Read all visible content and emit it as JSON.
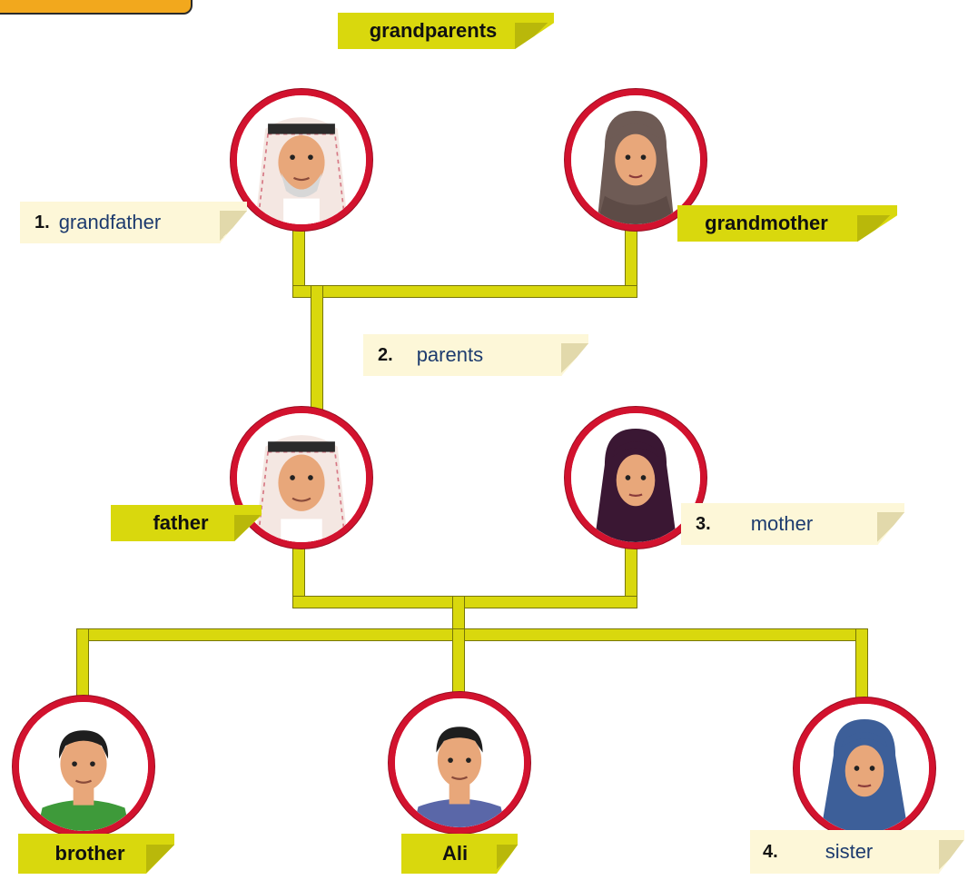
{
  "title": "grandparents",
  "generations": {
    "grandparents": {
      "grandfather": {
        "number": "1.",
        "answer": "grandfather"
      },
      "grandmother": {
        "label": "grandmother"
      }
    },
    "parents_label": {
      "number": "2.",
      "answer": "parents"
    },
    "parents": {
      "father": {
        "label": "father"
      },
      "mother": {
        "number": "3.",
        "answer": "mother"
      }
    },
    "children": {
      "brother": {
        "label": "brother"
      },
      "ali": {
        "label": "Ali"
      },
      "sister": {
        "number": "4.",
        "answer": "sister"
      }
    }
  },
  "colors": {
    "connector": "#d9d80d",
    "portrait_ring": "#d2122e",
    "label_fill": "#d9d80d",
    "answer_fill": "#fdf7d8",
    "answer_text": "#1d3b6e",
    "corner_tab": "#f2a81d"
  }
}
